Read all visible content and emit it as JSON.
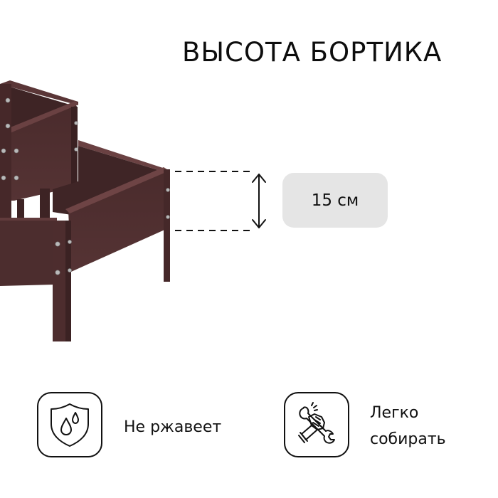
{
  "header": {
    "title": "ВЫСОТА БОРТИКА"
  },
  "product": {
    "name": "raised-garden-bed-illustration",
    "color": "#4f2e2f"
  },
  "measurement": {
    "value_label": "15 см",
    "pill_color": "#e5e5e5"
  },
  "features": [
    {
      "icon": "shield-water-drops-icon",
      "label": "Не ржавеет"
    },
    {
      "icon": "hand-wrench-icon",
      "label_line1": "Легко",
      "label_line2": "собирать"
    }
  ]
}
